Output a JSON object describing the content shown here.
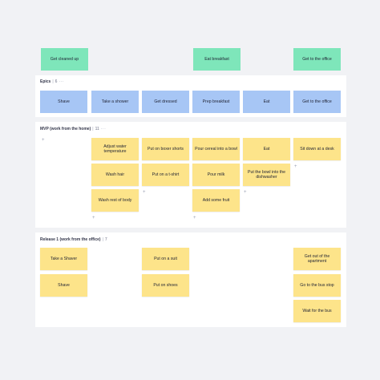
{
  "activities": [
    "Get cleaned up",
    "Eat breakfast",
    "Get to the office"
  ],
  "epics": {
    "title": "Epics",
    "count": "6",
    "more": "···",
    "cards": [
      "Shave",
      "Take a shower",
      "Get dressed",
      "Prep breakfast",
      "Eat",
      "Get to the office"
    ]
  },
  "mvp": {
    "title": "MVP (work from the home)",
    "count": "11",
    "more": "···",
    "cards": [
      "Adjust water temperature",
      "Wash hair",
      "Wash rest of body",
      "Put on boxer shorts",
      "Put on a t-shirt",
      "Pour cereal into a bowl",
      "Pour milk",
      "Add some fruit",
      "Eat",
      "Put the bowl into the dishwasher",
      "Sit down at a desk"
    ]
  },
  "release1": {
    "title": "Release 1 (work from the office)",
    "count": "7",
    "more": "",
    "cards": [
      "Take a Shaver",
      "Shave",
      "Put on a suit",
      "Put on shoes",
      "Get out of the apartment",
      "Go to the bus stop",
      "Wait for the bus"
    ]
  },
  "add_symbol": "+",
  "colors": {
    "background": "#f1f2f5",
    "activity": "#7ee6ba",
    "epic": "#a7c6f5",
    "story": "#fde48a"
  }
}
